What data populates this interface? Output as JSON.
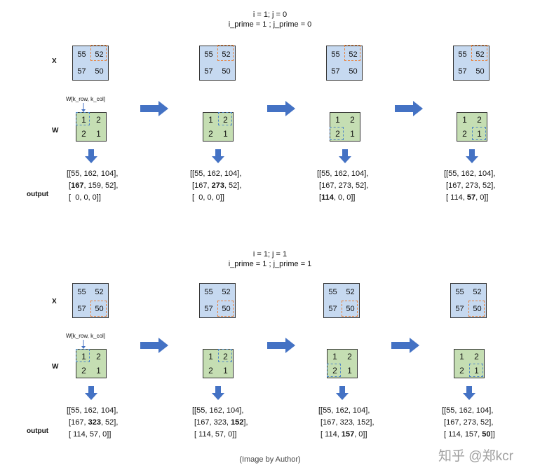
{
  "panels": [
    {
      "title1": "i = 1; j = 0",
      "title2": "i_prime = 1 ; j_prime = 0",
      "row_labels": {
        "x": "X",
        "w": "W",
        "output": "output"
      },
      "kernel_label": "W[k_row, k_col]",
      "steps": [
        {
          "x": [
            "55",
            "52",
            "57",
            "50"
          ],
          "w": [
            "1",
            "2",
            "2",
            "1"
          ],
          "out": [
            [
              "[[55, 162, 104],"
            ],
            [
              " [",
              {
                "b": "167"
              },
              ", 159, 52],"
            ],
            [
              " [  0, 0, 0]]"
            ]
          ]
        },
        {
          "x": [
            "55",
            "52",
            "57",
            "50"
          ],
          "w": [
            "1",
            "2",
            "2",
            "1"
          ],
          "out": [
            [
              "[[55, 162, 104],"
            ],
            [
              " [167, ",
              {
                "b": "273"
              },
              ", 52],"
            ],
            [
              " [  0, 0, 0]]"
            ]
          ]
        },
        {
          "x": [
            "55",
            "52",
            "57",
            "50"
          ],
          "w": [
            "1",
            "2",
            "2",
            "1"
          ],
          "out": [
            [
              "[[55, 162, 104],"
            ],
            [
              " [167, 273, 52],"
            ],
            [
              " [",
              {
                "b": "114"
              },
              ", 0, 0]]"
            ]
          ]
        },
        {
          "x": [
            "55",
            "52",
            "57",
            "50"
          ],
          "w": [
            "1",
            "2",
            "2",
            "1"
          ],
          "out": [
            [
              "[[55, 162, 104],"
            ],
            [
              " [167, 273, 52],"
            ],
            [
              " [ 114, ",
              {
                "b": "57"
              },
              ", 0]]"
            ]
          ]
        }
      ]
    },
    {
      "title1": "i = 1; j = 1",
      "title2": "i_prime = 1 ; j_prime = 1",
      "row_labels": {
        "x": "X",
        "w": "W",
        "output": "output"
      },
      "kernel_label": "W[k_row, k_col]",
      "steps": [
        {
          "x": [
            "55",
            "52",
            "57",
            "50"
          ],
          "w": [
            "1",
            "2",
            "2",
            "1"
          ],
          "out": [
            [
              "[[55, 162, 104],"
            ],
            [
              " [167, ",
              {
                "b": "323"
              },
              ", 52],"
            ],
            [
              " [ 114, 57, 0]]"
            ]
          ]
        },
        {
          "x": [
            "55",
            "52",
            "57",
            "50"
          ],
          "w": [
            "1",
            "2",
            "2",
            "1"
          ],
          "out": [
            [
              "[[55, 162, 104],"
            ],
            [
              " [167, 323, ",
              {
                "b": "152"
              },
              "],"
            ],
            [
              " [ 114, 57, 0]]"
            ]
          ]
        },
        {
          "x": [
            "55",
            "52",
            "57",
            "50"
          ],
          "w": [
            "1",
            "2",
            "2",
            "1"
          ],
          "out": [
            [
              "[[55, 162, 104],"
            ],
            [
              " [167, 323, 152],"
            ],
            [
              " [ 114, ",
              {
                "b": "157"
              },
              ", 0]]"
            ]
          ]
        },
        {
          "x": [
            "55",
            "52",
            "57",
            "50"
          ],
          "w": [
            "1",
            "2",
            "2",
            "1"
          ],
          "out": [
            [
              "[[55, 162, 104],"
            ],
            [
              " [167, 273, 52],"
            ],
            [
              " [ 114, 157, ",
              {
                "b": "50"
              },
              "]]"
            ]
          ]
        }
      ]
    }
  ],
  "caption": "(Image by Author)",
  "watermark": "知乎 @郑kcr",
  "colors": {
    "x_fill": "#c6d9f0",
    "w_fill": "#c5deb3",
    "arrow": "#4472c4",
    "x_highlight": "#e8823c",
    "w_highlight": "#4f86c6"
  }
}
